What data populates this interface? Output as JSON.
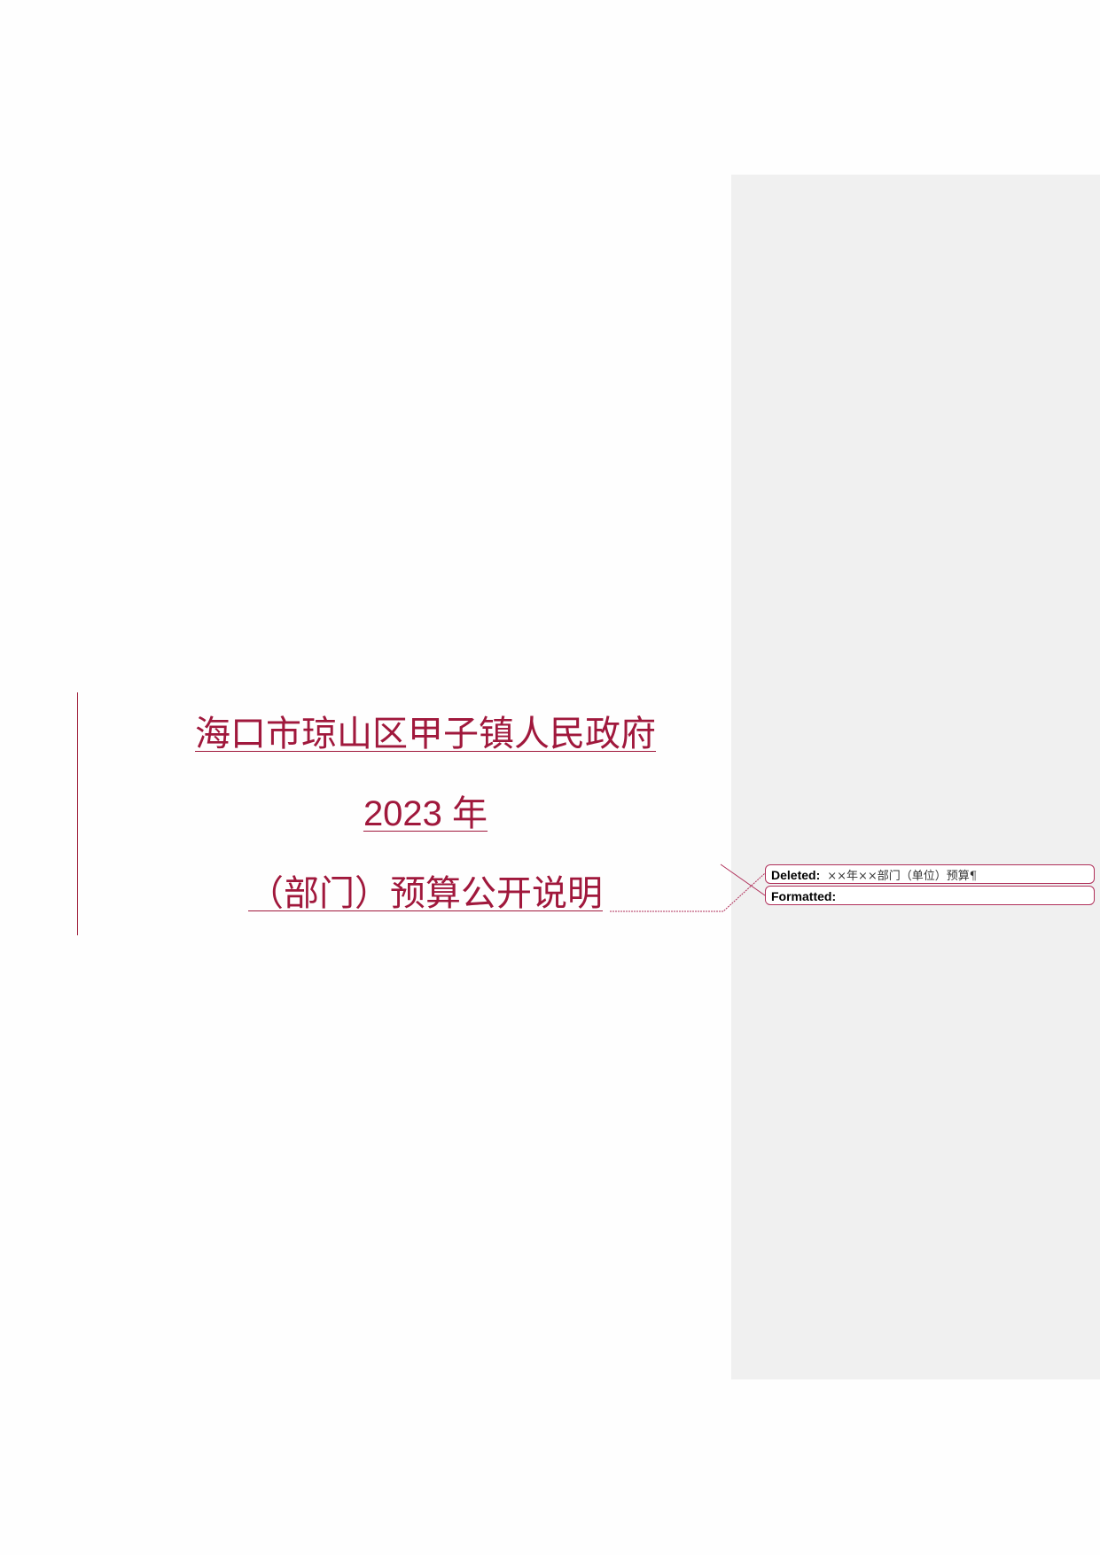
{
  "document": {
    "title_line1": "海口市琼山区甲子镇人民政府",
    "title_line2": "2023 年",
    "title_line3": "（部门）预算公开说明"
  },
  "comments": [
    {
      "label": "Deleted:",
      "text": "××年××部门（单位）预算¶"
    },
    {
      "label": "Formatted:",
      "text": ""
    }
  ],
  "colors": {
    "accent": "#a0183c",
    "panel": "#f0f0f0"
  }
}
